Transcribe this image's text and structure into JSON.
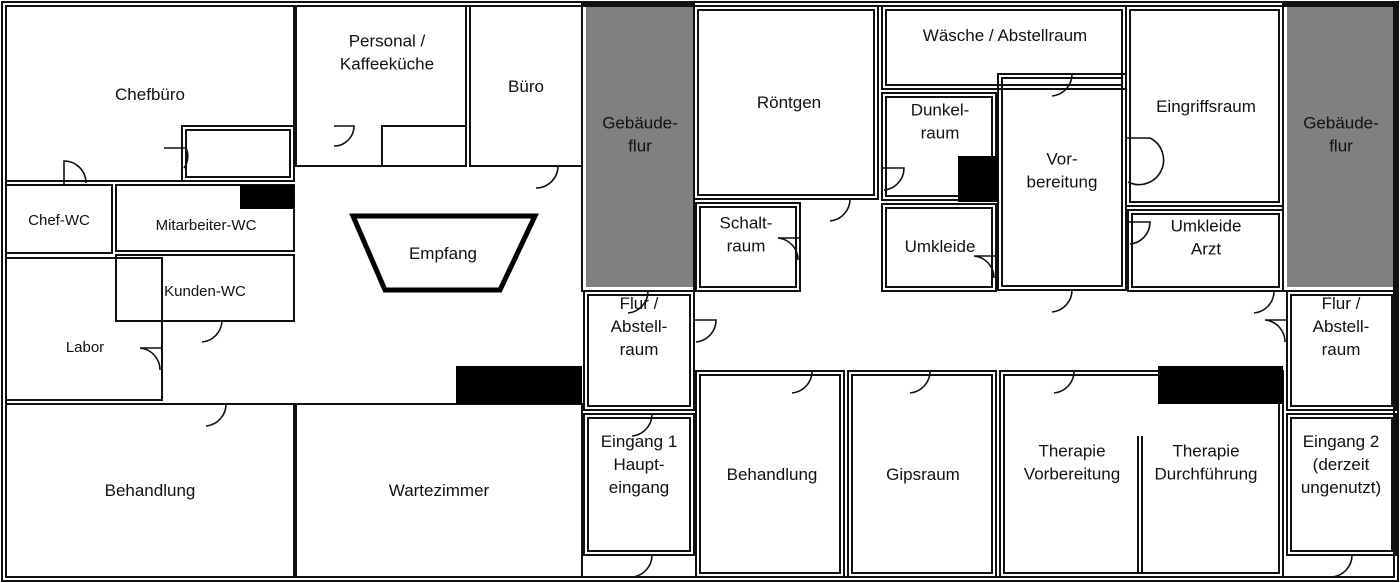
{
  "rooms": {
    "chefbuero": [
      "Chefbüro"
    ],
    "personal": [
      "Personal /",
      "Kaffeeküche"
    ],
    "buero": [
      "Büro"
    ],
    "gebaeudeflur_left": [
      "Gebäude-",
      "flur"
    ],
    "roentgen": [
      "Röntgen"
    ],
    "waesche": [
      "Wäsche / Abstellraum"
    ],
    "eingriffsraum": [
      "Eingriffsraum"
    ],
    "gebaeudeflur_right": [
      "Gebäude-",
      "flur"
    ],
    "dunkelraum": [
      "Dunkel-",
      "raum"
    ],
    "vorbereitung": [
      "Vor-",
      "bereitung"
    ],
    "chef_wc": [
      "Chef-WC"
    ],
    "mitarbeiter_wc": [
      "Mitarbeiter-WC"
    ],
    "empfang": [
      "Empfang"
    ],
    "schaltraum": [
      "Schalt-",
      "raum"
    ],
    "umkleide": [
      "Umkleide"
    ],
    "umkleide_arzt": [
      "Umkleide",
      "Arzt"
    ],
    "kunden_wc": [
      "Kunden-WC"
    ],
    "labor": [
      "Labor"
    ],
    "flur_abstell_left": [
      "Flur /",
      "Abstell-",
      "raum"
    ],
    "flur_abstell_right": [
      "Flur /",
      "Abstell-",
      "raum"
    ],
    "behandlung_left": [
      "Behandlung"
    ],
    "wartezimmer": [
      "Wartezimmer"
    ],
    "eingang1": [
      "Eingang 1",
      "Haupt-",
      "eingang"
    ],
    "behandlung_right": [
      "Behandlung"
    ],
    "gipsraum": [
      "Gipsraum"
    ],
    "therapie_vorb": [
      "Therapie",
      "Vorbereitung"
    ],
    "therapie_durch": [
      "Therapie",
      "Durchführung"
    ],
    "eingang2": [
      "Eingang 2",
      "(derzeit",
      "ungenutzt)"
    ]
  },
  "colors": {
    "wall": "#111111",
    "shaft": "#808080",
    "fixture": "#000000",
    "background": "#ffffff"
  }
}
